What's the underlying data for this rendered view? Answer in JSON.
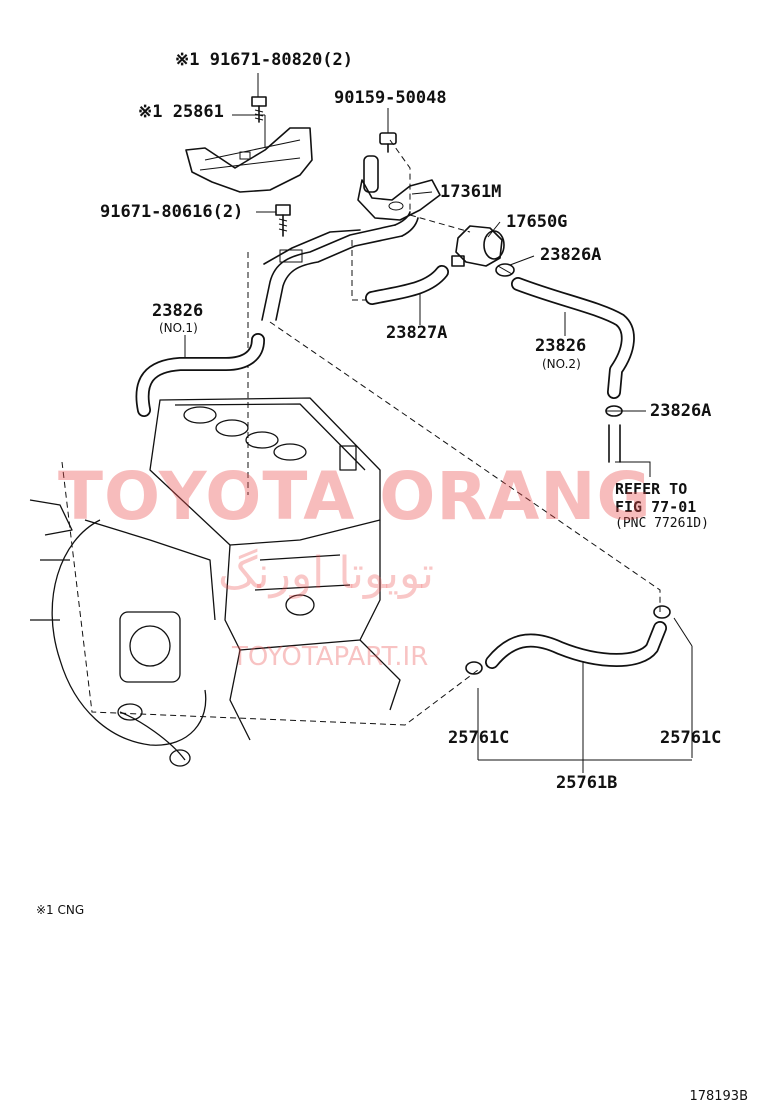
{
  "diagram": {
    "labels": {
      "bolt_top": "※1 91671-80820(2)",
      "bracket": "※1 25861",
      "bolt_small": "90159-50048",
      "bracket_17361": "17361M",
      "valve": "17650G",
      "clamp_a1": "23826A",
      "hose_23827": "23827A",
      "bolt_mid": "91671-80616(2)",
      "hose_no1": "23826",
      "hose_no1_sub": "(NO.1)",
      "hose_no2": "23826",
      "hose_no2_sub": "(NO.2)",
      "clamp_a2": "23826A",
      "clamp_c_left": "25761C",
      "clamp_c_right": "25761C",
      "hose_b": "25761B"
    },
    "refer": {
      "line1": "REFER TO",
      "line2": "FIG 77-01",
      "line3": "(PNC 77261D)"
    },
    "footnote": "※1 CNG",
    "figure_code": "178193B"
  },
  "watermark": {
    "main": "TOYOTA ORANG",
    "farsi": "تویوتا اورنگ",
    "url": "TOYOTAPART.IR"
  }
}
